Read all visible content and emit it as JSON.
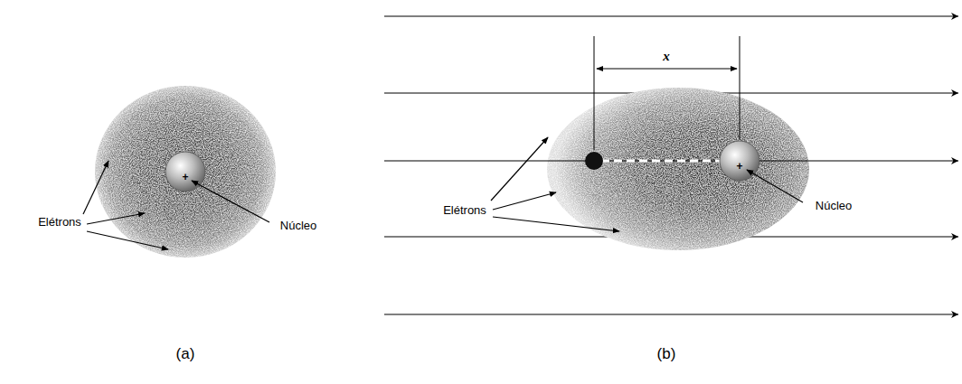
{
  "diagram": {
    "labels": [
      "Elétrons",
      "Núcleo",
      "+",
      "(a)",
      "x",
      "Elétrons",
      "Núcleo",
      "+",
      "(b)"
    ]
  }
}
